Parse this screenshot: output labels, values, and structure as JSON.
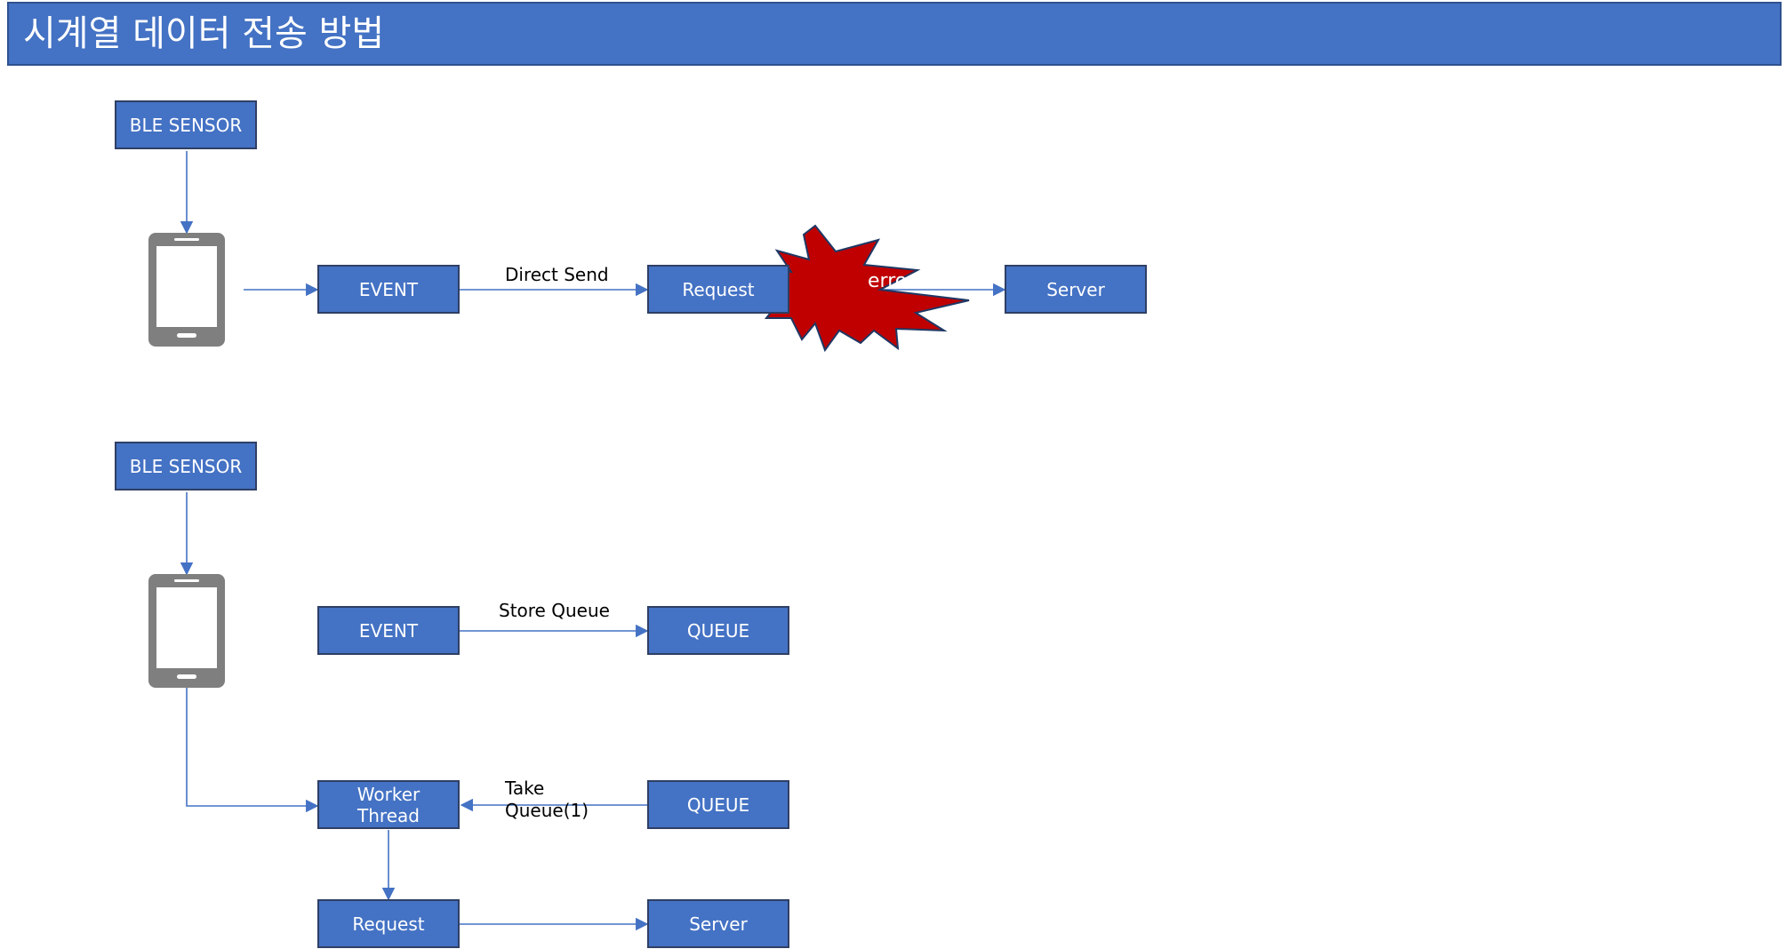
{
  "title": "시계열 데이터 전송 방법",
  "colors": {
    "box_fill": "#4472c4",
    "box_border": "#2f3f64",
    "arrow": "#4472c4",
    "error_fill": "#c00000",
    "phone": "#7f7f7f"
  },
  "flow1": {
    "sensor": "BLE SENSOR",
    "event": "EVENT",
    "edge_label": "Direct Send",
    "request": "Request",
    "error": "error",
    "server": "Server"
  },
  "flow2": {
    "sensor": "BLE SENSOR",
    "event": "EVENT",
    "store_label": "Store Queue",
    "queue1": "QUEUE",
    "worker_line1": "Worker",
    "worker_line2": "Thread",
    "take_line1": "Take",
    "take_line2": "Queue(1)",
    "queue2": "QUEUE",
    "request": "Request",
    "server": "Server"
  }
}
